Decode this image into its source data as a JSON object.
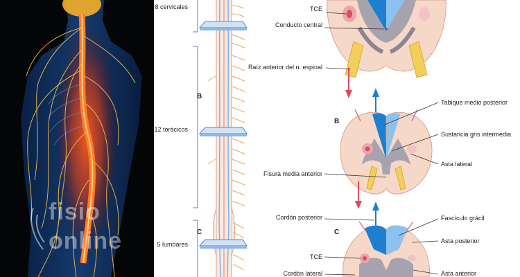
{
  "photo": {
    "watermark_top": "fisio",
    "watermark_bottom": "online"
  },
  "segments": {
    "cervical": "8 cervicales",
    "thoracic": "12 torácicos",
    "lumbar": "5 lumbares",
    "letter_b": "B",
    "letter_c": "C"
  },
  "section_a": {
    "tce": "TCE",
    "central_canal": "Conducto central",
    "anterior_root": "Raíz anterior del n. espinal"
  },
  "section_b": {
    "letter": "B",
    "posterior_median_septum": "Tabique medio posterior",
    "intermediate_gray": "Sustancia gris intermedia",
    "anterior_median_fissure": "Fisura media anterior",
    "lateral_horn": "Asta lateral"
  },
  "section_c": {
    "letter": "C",
    "posterior_funiculus": "Cordón posterior",
    "gracile_fasciculus": "Fascículo grácil",
    "posterior_horn": "Asta posterior",
    "tce": "TCE",
    "lateral_funiculus": "Cordón lateral",
    "anterior_horn": "Asta anterior"
  },
  "colors": {
    "tract_blue": "#1e7fd0",
    "light_blue": "#8ec2ee",
    "gray_matter": "#a7a3ae",
    "white_matter": "#f6d8c8",
    "red_arrow": "#e24a5c",
    "yellow_root": "#f3cf5a"
  }
}
